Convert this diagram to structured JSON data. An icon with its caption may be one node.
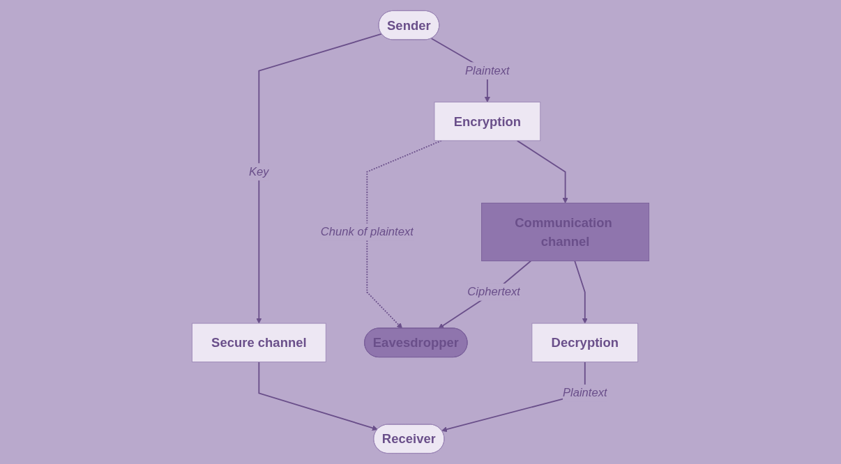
{
  "diagram": {
    "nodes": [
      {
        "text": [
          "Secure channel"
        ]
      },
      {
        "text": [
          "Sender"
        ]
      },
      {
        "text": [
          "Eavesdropper"
        ]
      },
      {
        "text": [
          "Receiver"
        ]
      },
      {
        "text": [
          "Encryption"
        ]
      },
      {
        "text": [
          "Communication channel"
        ]
      },
      {
        "text": [
          "Decryption"
        ]
      }
    ],
    "edges": [
      {
        "from": 1,
        "to": 0,
        "arrow": "to",
        "label": "Key"
      },
      {
        "from": 0,
        "to": 3,
        "arrow": "to"
      },
      {
        "from": 1,
        "to": 4,
        "arrow": "to",
        "label": "Plaintext"
      },
      {
        "from": 4,
        "to": 2,
        "arrow": "to",
        "label": "Chunk of plaintext",
        "style": "dashed"
      },
      {
        "from": 5,
        "to": 2,
        "arrow": "to",
        "label": "Ciphertext"
      },
      {
        "from": 6,
        "to": 3,
        "arrow": "to",
        "label": "Plaintext"
      },
      {
        "from": 4,
        "to": 5,
        "arrow": "to"
      },
      {
        "from": 5,
        "to": 6,
        "arrow": "to"
      }
    ]
  }
}
